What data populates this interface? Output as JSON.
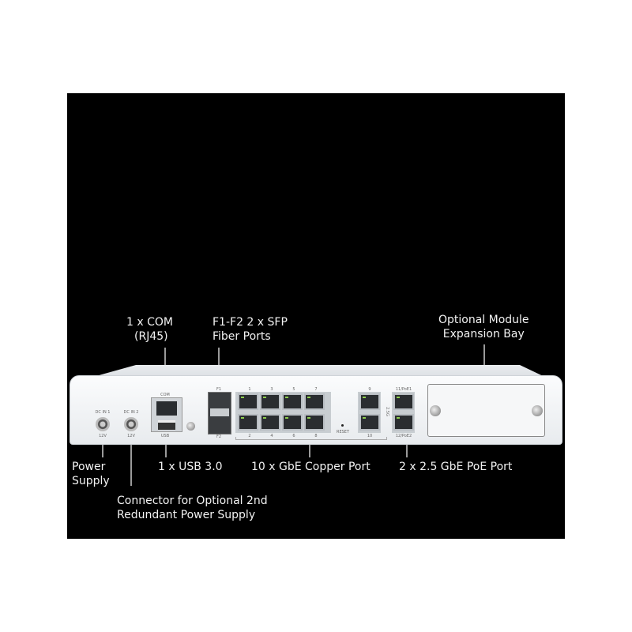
{
  "callouts": {
    "com": [
      "1 x COM",
      "(RJ45)"
    ],
    "sfp": [
      "F1-F2 2 x SFP",
      "Fiber Ports"
    ],
    "module": [
      "Optional Module",
      "Expansion Bay"
    ],
    "power": [
      "Power",
      "Supply"
    ],
    "redundant": [
      "Connector for Optional 2nd",
      "Redundant Power Supply"
    ],
    "usb": "1 x USB 3.0",
    "copper": "10 x GbE Copper Port",
    "poe": "2 x 2.5 GbE PoE Port"
  },
  "device_labels": {
    "dc1": "DC IN 1",
    "dc1_v": "12V",
    "dc2": "DC IN 2",
    "dc2_v": "12V",
    "com": "COM",
    "usb": "USB",
    "f1": "F1",
    "f2": "F2",
    "top_ports": [
      "1",
      "3",
      "5",
      "7"
    ],
    "bottom_ports": [
      "2",
      "4",
      "6",
      "8"
    ],
    "reset": "RESET",
    "p9": "9",
    "p10": "10",
    "poe1": "11/PoE1",
    "poe2": "12/PoE2",
    "speed": "2.5G"
  }
}
